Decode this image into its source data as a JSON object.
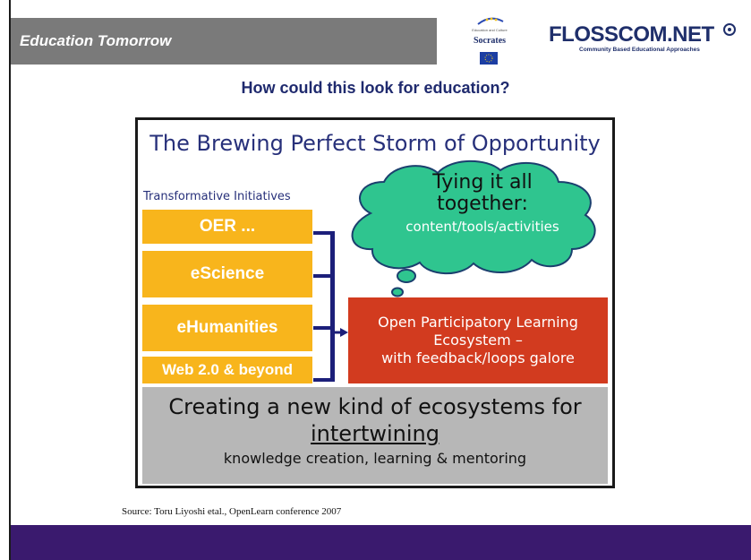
{
  "header": {
    "title": "Education Tomorrow",
    "socrates_small_text": "Education and Culture",
    "socrates_name": "Socrates",
    "flosscom_logo": "FLOSSCOM.NET",
    "flosscom_tagline": "Community Based Educational Approaches"
  },
  "slide": {
    "heading": "How could this look for education?",
    "source": "Source: Toru Liyoshi etal., OpenLearn conference 2007"
  },
  "diagram": {
    "title": "The Brewing Perfect Storm of Opportunity",
    "initiatives_label": "Transformative Initiatives",
    "initiatives": [
      "OER ...",
      "eScience",
      "eHumanities",
      "Web 2.0 & beyond"
    ],
    "cloud": {
      "line1": "Tying it all",
      "line2": "together:",
      "line3": "content/tools/activities"
    },
    "ecosystem": {
      "line1": "Open Participatory Learning",
      "line2": "Ecosystem –",
      "line3": "with feedback/loops galore"
    },
    "bottom": {
      "line1": "Creating a new kind of ecosystems for",
      "line2": "intertwining",
      "line3": "knowledge creation, learning & mentoring"
    },
    "colors": {
      "initiative": "#f8b51c",
      "ecosystem": "#d23b1f",
      "cloud": "#2fc58f",
      "bottom": "#b7b7b7",
      "title_text": "#27307a"
    }
  },
  "footer": {
    "color": "#3a1a6e"
  }
}
